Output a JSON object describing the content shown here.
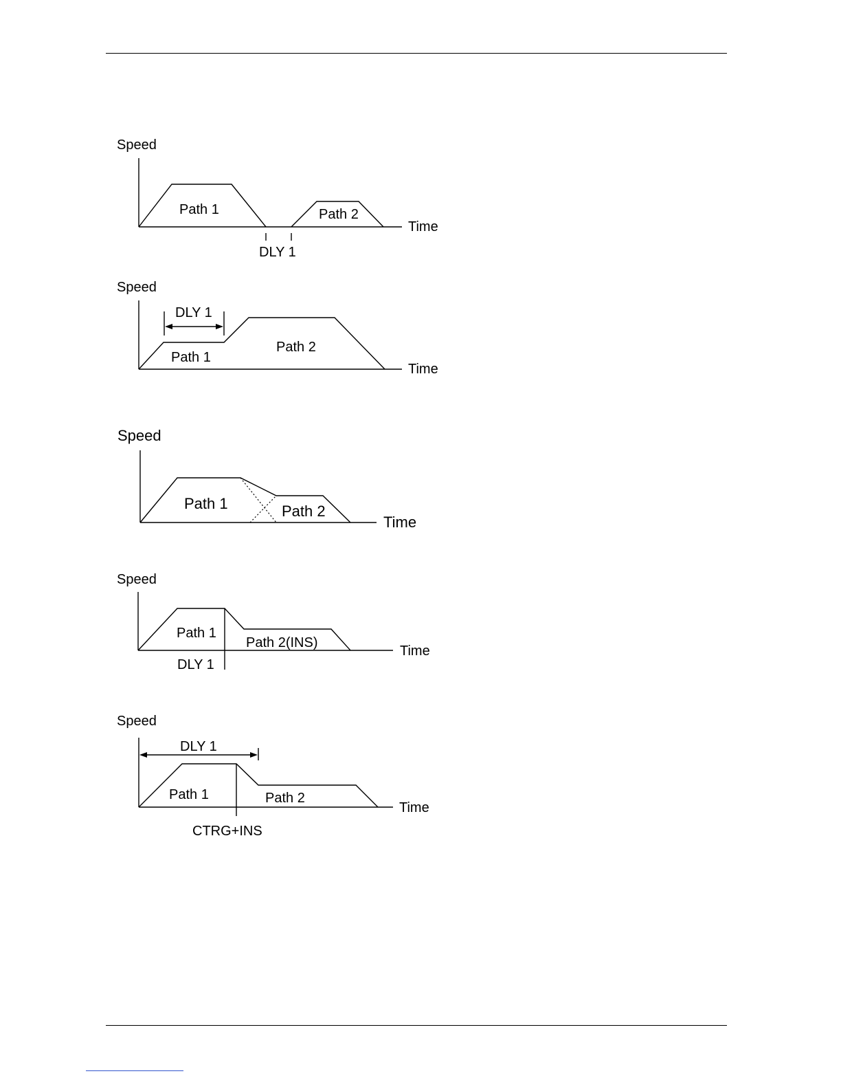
{
  "diagrams": [
    {
      "speed": "Speed",
      "time": "Time",
      "path1": "Path 1",
      "path2": "Path 2",
      "dly": "DLY 1"
    },
    {
      "speed": "Speed",
      "time": "Time",
      "path1": "Path 1",
      "path2": "Path 2",
      "dly": "DLY 1"
    },
    {
      "speed": "Speed",
      "time": "Time",
      "path1": "Path 1",
      "path2": "Path 2"
    },
    {
      "speed": "Speed",
      "time": "Time",
      "path1": "Path 1",
      "path2": "Path 2(INS)",
      "dly": "DLY 1"
    },
    {
      "speed": "Speed",
      "time": "Time",
      "path1": "Path 1",
      "path2": "Path 2",
      "dly": "DLY 1",
      "trigger": "CTRG+INS"
    }
  ]
}
